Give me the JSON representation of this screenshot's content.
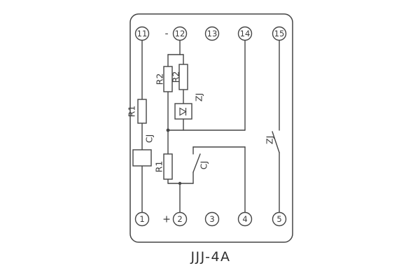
{
  "title": "JJJ-4A",
  "signs": {
    "minus": "-",
    "plus": "+"
  },
  "terminals": {
    "top": [
      "11",
      "12",
      "13",
      "14",
      "15"
    ],
    "bottom": [
      "1",
      "2",
      "3",
      "4",
      "5"
    ]
  },
  "components": {
    "r1_upper": "R1",
    "cj_coil": "CJ",
    "r2_left": "R2",
    "r2_right": "R2",
    "zj_relay": "ZJ",
    "r1_lower": "R1",
    "cj_contact": "CJ",
    "zj_contact": "ZJ"
  },
  "colors": {
    "line": "#454545",
    "background": "#ffffff"
  }
}
